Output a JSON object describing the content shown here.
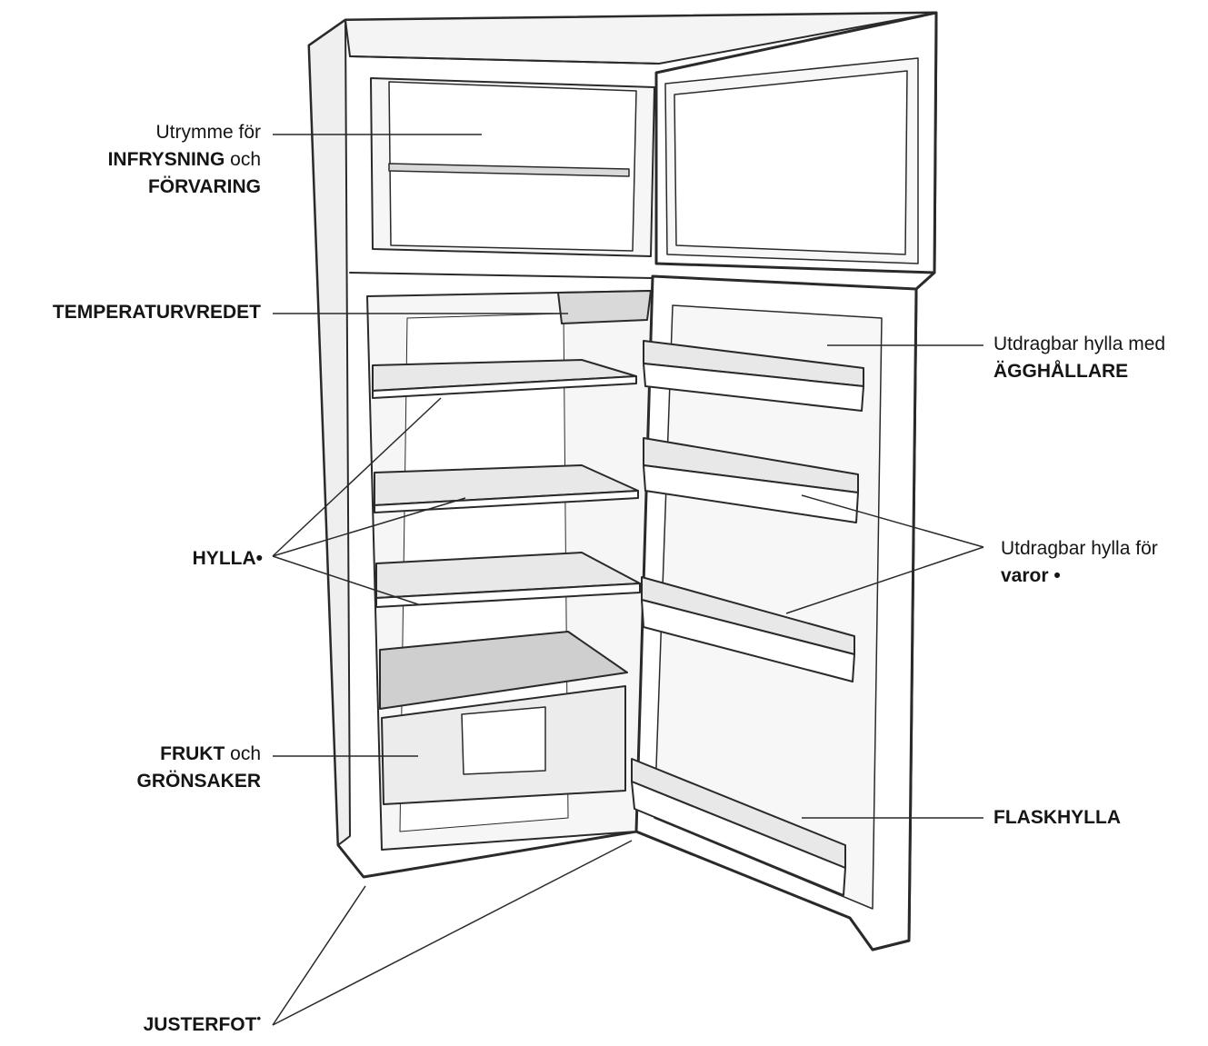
{
  "labels": {
    "freezer": {
      "line1": "Utrymme för",
      "bold1": "INFRYSNING",
      "normal1": "och",
      "bold2": "FÖRVARING"
    },
    "thermostat": {
      "bold": "TEMPERATURVREDET"
    },
    "shelf": {
      "bold": "HYLLA",
      "marker": "•"
    },
    "crisper": {
      "bold1": "FRUKT",
      "normal1": "och",
      "bold2": "GRÖNSAKER"
    },
    "feet": {
      "bold": "JUSTERFOT",
      "marker": "•"
    },
    "egg_shelf": {
      "line1": "Utdragbar hylla med",
      "bold": "ÄGGHÅLLARE"
    },
    "goods_shelf": {
      "line1": "Utdragbar hylla för",
      "bold": "varor",
      "marker": "•"
    },
    "bottle_shelf": {
      "bold": "FLASKHYLLA"
    }
  },
  "colors": {
    "ink": "#151515",
    "line": "#2a2a2a",
    "shade": "#d9d9d9",
    "fill": "#f6f6f6"
  }
}
